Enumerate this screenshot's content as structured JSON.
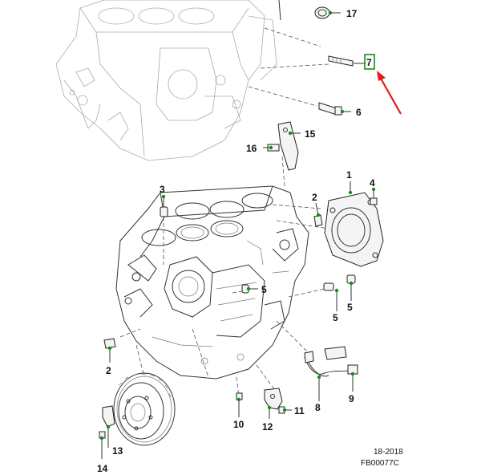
{
  "callouts": {
    "c1": "1",
    "c2a": "2",
    "c2b": "2",
    "c3": "3",
    "c4": "4",
    "c5a": "5",
    "c5b": "5",
    "c5c": "5",
    "c6": "6",
    "c7": "7",
    "c8": "8",
    "c9": "9",
    "c10": "10",
    "c11": "11",
    "c12": "12",
    "c13": "13",
    "c14": "14",
    "c15": "15",
    "c16": "16",
    "c17": "17"
  },
  "reference": {
    "date_code": "18-2018",
    "figure_id": "FB00077C"
  },
  "colors": {
    "callout_dot": "#1a8a1a",
    "highlight_box": "#1a8a1a",
    "arrow": "#e31b1b",
    "line_art": "#333333"
  }
}
